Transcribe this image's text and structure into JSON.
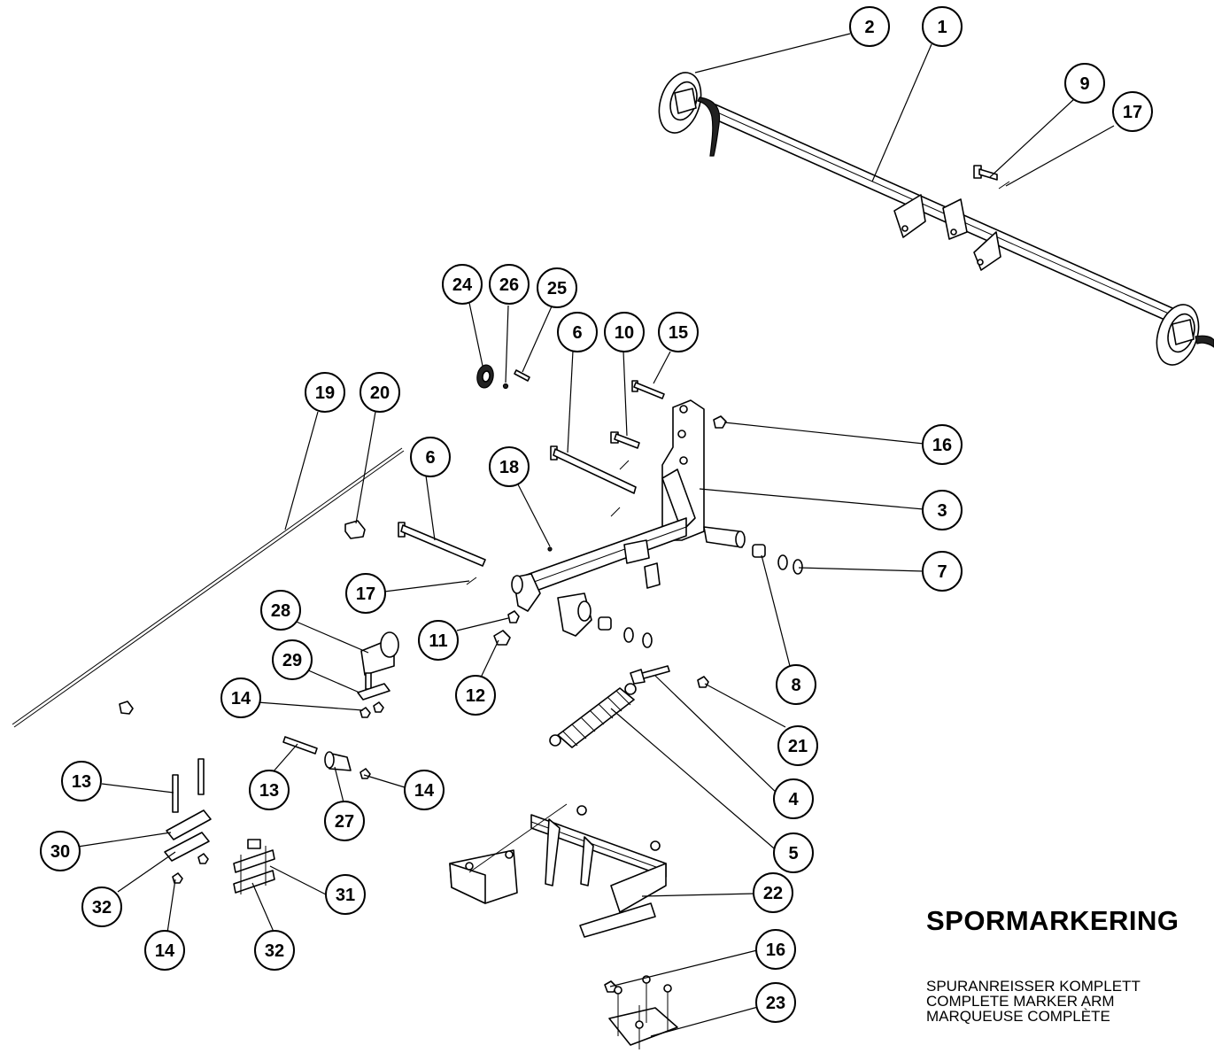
{
  "title": "SPORMARKERING",
  "subtitle_lines": [
    "SPURANREISSER KOMPLETT",
    "COMPLETE MARKER ARM",
    "MARQUEUSE COMPLÈTE"
  ],
  "callouts": [
    "1",
    "2",
    "3",
    "4",
    "5",
    "6",
    "6",
    "7",
    "8",
    "9",
    "10",
    "11",
    "12",
    "13",
    "13",
    "14",
    "14",
    "14",
    "15",
    "16",
    "16",
    "17",
    "17",
    "18",
    "19",
    "20",
    "21",
    "22",
    "23",
    "24",
    "25",
    "26",
    "27",
    "28",
    "29",
    "30",
    "31",
    "32",
    "32"
  ]
}
